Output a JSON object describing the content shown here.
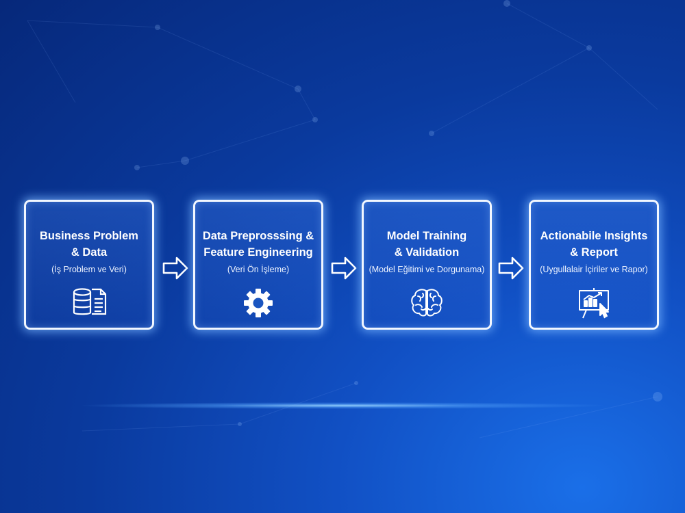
{
  "steps": [
    {
      "title_line1": "Business Problem",
      "title_line2": "& Data",
      "subtitle": "(İş Problem ve Veri)",
      "icon": "database-document-icon"
    },
    {
      "title_line1": "Data Preprosssing &",
      "title_line2": "Feature Engineering",
      "subtitle": "(Veri Ön İşleme)",
      "icon": "gear-icon"
    },
    {
      "title_line1": "Model Training",
      "title_line2": "& Validation",
      "subtitle": "(Model Eğitimi ve Dorgunama)",
      "icon": "brain-icon"
    },
    {
      "title_line1": "Actionabile Insights",
      "title_line2": "& Report",
      "subtitle": "(Uygullalair İçiriler ve Rapor)",
      "icon": "presentation-chart-icon"
    }
  ],
  "arrow_icon": "right-arrow-icon",
  "colors": {
    "background": "#0a3a9e",
    "card_border": "#f2f7ff",
    "glow": "#78b4ff"
  }
}
